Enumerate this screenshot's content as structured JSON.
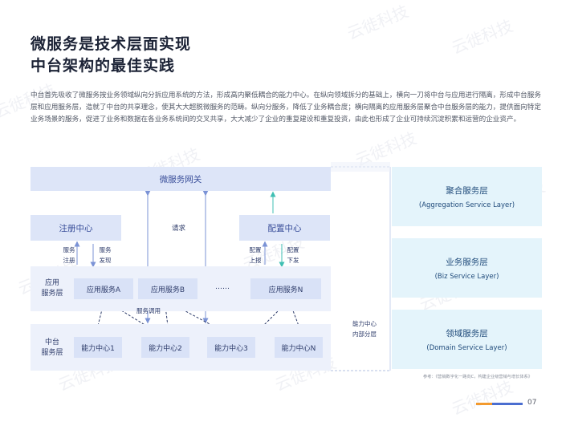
{
  "title": {
    "line1": "微服务是技术层面实现",
    "line2": "中台架构的最佳实践"
  },
  "intro": "中台首先吸收了微服务按业务领域纵向分拆应用系统的方法，形成高内聚低耦合的能力中心。在纵向领域拆分的基础上，横向一刀将中台与应用进行隔离，形成中台服务层和应用服务层，造就了中台的共享理念，使其大大超脱微服务的范畴。纵向分服务，降低了业务耦合度；横向隔离的应用服务层聚合中台服务层的能力，提供面向特定业务场景的服务，促进了业务和数据在各业务系统间的交叉共享，大大减少了企业的重复建设和重复投资，由此也形成了企业可持续沉淀积累和运营的企业资产。",
  "diagram": {
    "gateway": "微服务网关",
    "registry": "注册中心",
    "config": "配置中心",
    "request_label": "请求",
    "registry_labels": [
      "服务\n注册",
      "服务\n发现"
    ],
    "config_labels": [
      "配置\n上报",
      "配置\n下发"
    ],
    "app_layer_label": "应用\n服务层",
    "mid_layer_label": "中台\n服务层",
    "app_services": [
      "应用服务A",
      "应用服务B",
      "应用服务N"
    ],
    "capabilities": [
      "能力中心1",
      "能力中心2",
      "能力中心3",
      "能力中心N"
    ],
    "ellipsis": "……",
    "service_call_label": "服务调用",
    "inner_layering_label": "能力中心\n内部分层"
  },
  "layers": [
    {
      "cn": "聚合服务层",
      "en": "(Aggregation Service Layer)"
    },
    {
      "cn": "业务服务层",
      "en": "(Biz Service Layer)"
    },
    {
      "cn": "领域服务层",
      "en": "(Domain Service Layer)"
    }
  ],
  "footnote": "参考：《营销数字化一路向C，构建企业级营销与增长体系》",
  "page_number": "07",
  "watermark": "云徙科技",
  "colors": {
    "primary_blue": "#7b93d6",
    "box_light": "#dde5f8",
    "band": "#edf1fb",
    "layer_bg": "#e4f4fb",
    "teal_arrow": "#3fbfb3",
    "accent_orange": "#f39a2e",
    "accent_blue": "#4b6ed0"
  }
}
